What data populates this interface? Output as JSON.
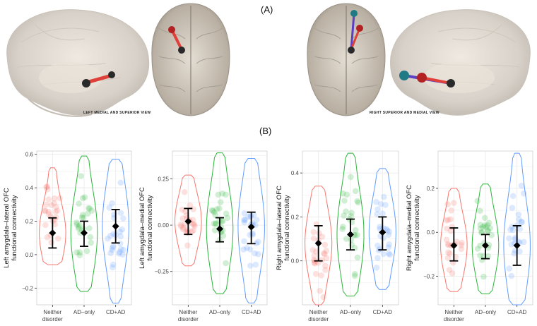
{
  "figure": {
    "panel_a_label": "(A)",
    "panel_b_label": "(B)",
    "left_caption": "LEFT MEDIAL AND SUPERIOR VIEW",
    "right_caption": "RIGHT SUPERIOR AND MEDIAL VIEW"
  },
  "colors": {
    "neither": "#F8766D",
    "ad_only": "#2CB53A",
    "cd_ad": "#619CFF",
    "grid": "#ebebeb",
    "connection_red": "#E0403A",
    "connection_blue": "#5B3FC4",
    "node_dark": "#2a2a2a",
    "node_red": "#B22222",
    "node_teal": "#1F7A86"
  },
  "chart_data": [
    {
      "type": "violin",
      "ylabel": "Left amygdala–lateral OFC functional connectivity",
      "ylabel_lines": [
        "Left amygdala–lateral OFC",
        "functional connectivity"
      ],
      "ylim": [
        -0.3,
        0.62
      ],
      "yticks": [
        -0.2,
        0.0,
        0.2,
        0.4,
        0.6
      ],
      "ytick_labels": [
        "−0.2",
        "0.0",
        "0.2",
        "0.4",
        "0.6"
      ],
      "categories": [
        "Neither disorder",
        "AD–only",
        "CD+AD"
      ],
      "category_labels": [
        [
          "Neither",
          "disorder"
        ],
        [
          "AD–only"
        ],
        [
          "CD+AD"
        ]
      ],
      "series": [
        {
          "range": [
            -0.06,
            0.52
          ],
          "mean": 0.13,
          "ci": [
            0.04,
            0.22
          ]
        },
        {
          "range": [
            -0.22,
            0.59
          ],
          "mean": 0.13,
          "ci": [
            0.05,
            0.2
          ]
        },
        {
          "range": [
            -0.29,
            0.57
          ],
          "mean": 0.17,
          "ci": [
            0.07,
            0.27
          ]
        }
      ]
    },
    {
      "type": "violin",
      "ylabel": "Left amygdala–medial OFC functional connectivity",
      "ylabel_lines": [
        "Left amygdala–medial OFC",
        "functional connectivity"
      ],
      "ylim": [
        -0.43,
        0.4
      ],
      "yticks": [
        -0.25,
        0.0,
        0.25
      ],
      "ytick_labels": [
        "−0.25",
        "0.00",
        "0.25"
      ],
      "categories": [
        "Neither disorder",
        "AD–only",
        "CD+AD"
      ],
      "category_labels": [
        [
          "Neither",
          "disorder"
        ],
        [
          "AD–only"
        ],
        [
          "CD+AD"
        ]
      ],
      "series": [
        {
          "range": [
            -0.22,
            0.27
          ],
          "mean": 0.02,
          "ci": [
            -0.05,
            0.09
          ]
        },
        {
          "range": [
            -0.37,
            0.39
          ],
          "mean": -0.02,
          "ci": [
            -0.09,
            0.04
          ]
        },
        {
          "range": [
            -0.42,
            0.36
          ],
          "mean": -0.01,
          "ci": [
            -0.1,
            0.07
          ]
        }
      ]
    },
    {
      "type": "violin",
      "ylabel": "Right amygdala–lateral OFC functional connectivity",
      "ylabel_lines": [
        "Right amygdala–lateral OFC",
        "functional connectivity"
      ],
      "ylim": [
        -0.2,
        0.5
      ],
      "yticks": [
        0.0,
        0.2,
        0.4
      ],
      "ytick_labels": [
        "0.0",
        "0.2",
        "0.4"
      ],
      "categories": [
        "Neither disorder",
        "AD–only",
        "CD+AD"
      ],
      "category_labels": [
        [
          "Neither",
          "disorder"
        ],
        [
          "AD–only"
        ],
        [
          "CD+AD"
        ]
      ],
      "series": [
        {
          "range": [
            -0.2,
            0.34
          ],
          "mean": 0.08,
          "ci": [
            0.0,
            0.16
          ]
        },
        {
          "range": [
            -0.16,
            0.49
          ],
          "mean": 0.12,
          "ci": [
            0.05,
            0.19
          ]
        },
        {
          "range": [
            -0.13,
            0.42
          ],
          "mean": 0.13,
          "ci": [
            0.05,
            0.2
          ]
        }
      ]
    },
    {
      "type": "violin",
      "ylabel": "Right amygdala–medial OFC functional connectivity",
      "ylabel_lines": [
        "Right amygdala–medial OFC",
        "functional connectivity"
      ],
      "ylim": [
        -0.33,
        0.37
      ],
      "yticks": [
        -0.2,
        0.0,
        0.2
      ],
      "ytick_labels": [
        "−0.2",
        "0.0",
        "0.2"
      ],
      "categories": [
        "Neither disorder",
        "AD–only",
        "CD+AD"
      ],
      "category_labels": [
        [
          "Neither",
          "disorder"
        ],
        [
          "AD–only"
        ],
        [
          "CD+AD"
        ]
      ],
      "series": [
        {
          "range": [
            -0.27,
            0.2
          ],
          "mean": -0.06,
          "ci": [
            -0.13,
            0.02
          ]
        },
        {
          "range": [
            -0.28,
            0.22
          ],
          "mean": -0.06,
          "ci": [
            -0.12,
            -0.01
          ]
        },
        {
          "range": [
            -0.33,
            0.36
          ],
          "mean": -0.06,
          "ci": [
            -0.15,
            0.03
          ]
        }
      ]
    }
  ]
}
